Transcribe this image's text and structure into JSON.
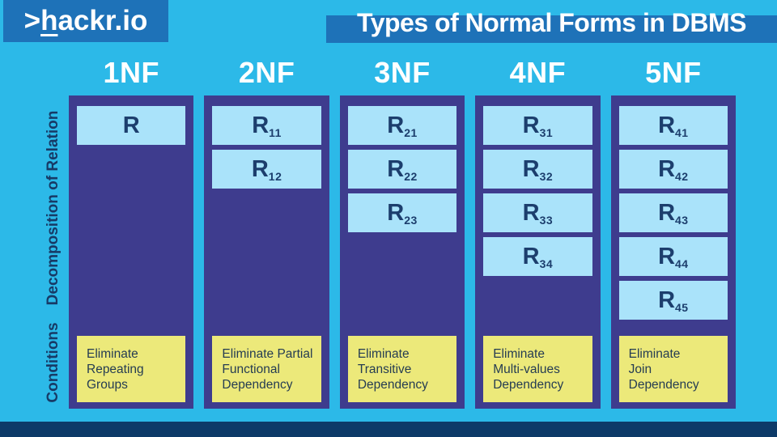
{
  "brand": {
    "prefix": ">",
    "underlined_letter": "h",
    "rest": "ackr.io"
  },
  "header": {
    "title": "Types of Normal Forms in DBMS"
  },
  "side_labels": {
    "decomposition": "Decomposition of Relation",
    "conditions": "Conditions"
  },
  "columns": [
    {
      "header": "1NF",
      "relations": [
        {
          "base": "R",
          "sub": ""
        }
      ],
      "condition": "Eliminate\nRepeating\nGroups"
    },
    {
      "header": "2NF",
      "relations": [
        {
          "base": "R",
          "sub": "11"
        },
        {
          "base": "R",
          "sub": "12"
        }
      ],
      "condition": "Eliminate Partial\nFunctional\nDependency"
    },
    {
      "header": "3NF",
      "relations": [
        {
          "base": "R",
          "sub": "21"
        },
        {
          "base": "R",
          "sub": "22"
        },
        {
          "base": "R",
          "sub": "23"
        }
      ],
      "condition": "Eliminate\nTransitive\nDependency"
    },
    {
      "header": "4NF",
      "relations": [
        {
          "base": "R",
          "sub": "31"
        },
        {
          "base": "R",
          "sub": "32"
        },
        {
          "base": "R",
          "sub": "33"
        },
        {
          "base": "R",
          "sub": "34"
        }
      ],
      "condition": "Eliminate\nMulti-values\nDependency"
    },
    {
      "header": "5NF",
      "relations": [
        {
          "base": "R",
          "sub": "41"
        },
        {
          "base": "R",
          "sub": "42"
        },
        {
          "base": "R",
          "sub": "43"
        },
        {
          "base": "R",
          "sub": "44"
        },
        {
          "base": "R",
          "sub": "45"
        }
      ],
      "condition": "Eliminate\nJoin\nDependency"
    }
  ],
  "colors": {
    "background": "#2cb9e8",
    "brand_bar": "#1e72b8",
    "column": "#3e3c8e",
    "relation_box": "#aae3fa",
    "condition_box": "#ece97a",
    "navy_text": "#1c3e6d",
    "footer": "#0d3a68"
  }
}
